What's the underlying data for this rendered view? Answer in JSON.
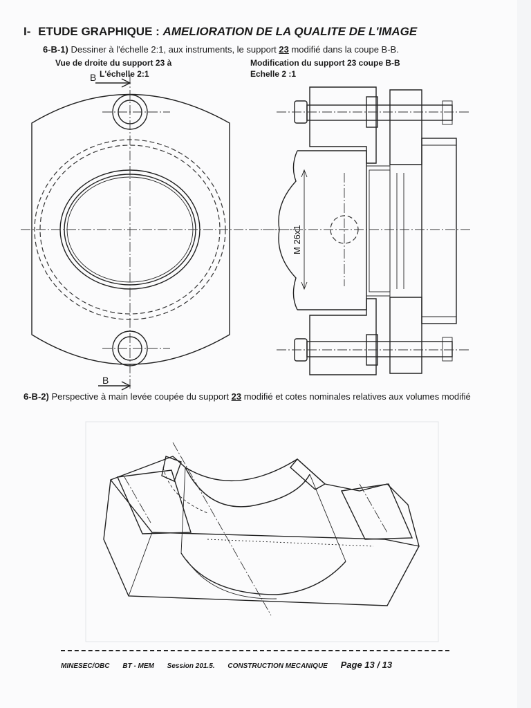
{
  "header": {
    "number": "I-",
    "title": "ETUDE GRAPHIQUE :",
    "subtitle": "AMELIORATION DE LA QUALITE DE L'IMAGE"
  },
  "q1": {
    "ref": "6-B-1)",
    "text_before": " Dessiner à l'échelle 2:1, aux instruments, le support ",
    "part": "23",
    "text_after": " modifié dans la coupe B-B."
  },
  "captions": {
    "left_line1": "Vue de droite du support  23 à",
    "left_line2": "L'échelle 2:1",
    "right_line1": "Modification du support  23   coupe B-B",
    "right_line2": "Echelle 2 :1"
  },
  "drawing": {
    "section_marker_top": "B",
    "section_marker_bottom": "B",
    "thread_dimension": "M 26x1"
  },
  "q2": {
    "ref": "6-B-2)",
    "text_before": " Perspective à main levée coupée du support ",
    "part": "23",
    "text_after": " modifié et cotes nominales relatives aux volumes modifié"
  },
  "footer": {
    "org": "MINESEC/OBC",
    "exam": "BT - MEM",
    "session": "Session 201.5.",
    "subject": "CONSTRUCTION MECANIQUE",
    "page": "Page 13 / 13"
  }
}
